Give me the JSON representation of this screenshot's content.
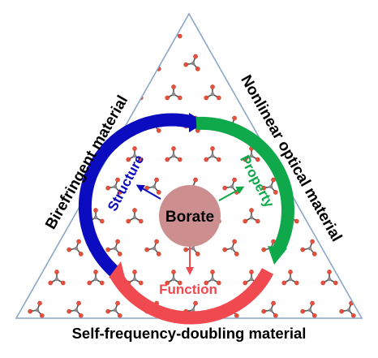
{
  "labels": {
    "left_side": "Birefringent material",
    "right_side": "Nonlinear optical material",
    "bottom_side": "Self-frequency-doubling material",
    "center": "Borate",
    "structure": "Structure",
    "property": "Property",
    "function": "Function"
  },
  "colors": {
    "triangle_edge": "#8aa7c8",
    "structure": "#0b0bbf",
    "property": "#0fa84a",
    "function": "#f0494f",
    "borate_core": "#cc8e8e",
    "oxygen_atom": "#e8503c",
    "boron_atom": "#8a8a8a"
  },
  "icons": {
    "motif": "bo3-molecule-icon"
  }
}
